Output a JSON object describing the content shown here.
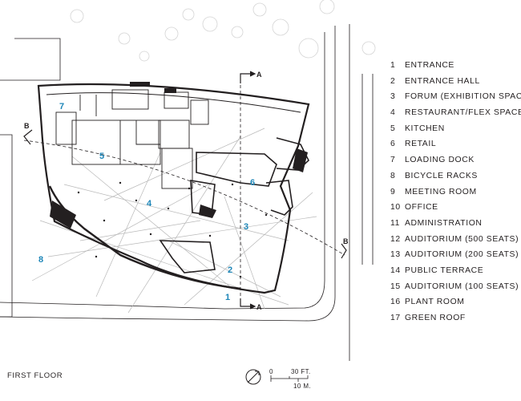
{
  "legend": [
    {
      "num": "1",
      "label": "ENTRANCE"
    },
    {
      "num": "2",
      "label": "ENTRANCE HALL"
    },
    {
      "num": "3",
      "label": "FORUM (EXHIBITION SPACE)"
    },
    {
      "num": "4",
      "label": "RESTAURANT/FLEX SPACE"
    },
    {
      "num": "5",
      "label": "KITCHEN"
    },
    {
      "num": "6",
      "label": "RETAIL"
    },
    {
      "num": "7",
      "label": "LOADING DOCK"
    },
    {
      "num": "8",
      "label": "BICYCLE RACKS"
    },
    {
      "num": "9",
      "label": "MEETING ROOM"
    },
    {
      "num": "10",
      "label": "OFFICE"
    },
    {
      "num": "11",
      "label": "ADMINISTRATION"
    },
    {
      "num": "12",
      "label": "AUDITORIUM (500 SEATS)"
    },
    {
      "num": "13",
      "label": "AUDITORIUM (200 SEATS)"
    },
    {
      "num": "14",
      "label": "PUBLIC TERRACE"
    },
    {
      "num": "15",
      "label": "AUDITORIUM (100 SEATS)"
    },
    {
      "num": "16",
      "label": "PLANT ROOM"
    },
    {
      "num": "17",
      "label": "GREEN ROOF"
    }
  ],
  "plan_labels": {
    "room_1": "1",
    "room_2": "2",
    "room_3": "3",
    "room_4": "4",
    "room_5": "5",
    "room_6": "6",
    "room_7": "7",
    "room_8": "8"
  },
  "section_marks": {
    "a_top": "A",
    "a_bottom": "A",
    "b_left": "B",
    "b_right": "B"
  },
  "caption": "FIRST FLOOR",
  "scale": {
    "zero": "0",
    "feet": "30 FT.",
    "meters": "10 M."
  },
  "colors": {
    "line": "#231f20",
    "room_numbers": "#1d86b8",
    "paving": "#b9b9b9",
    "trees": "#d4d4d4"
  }
}
